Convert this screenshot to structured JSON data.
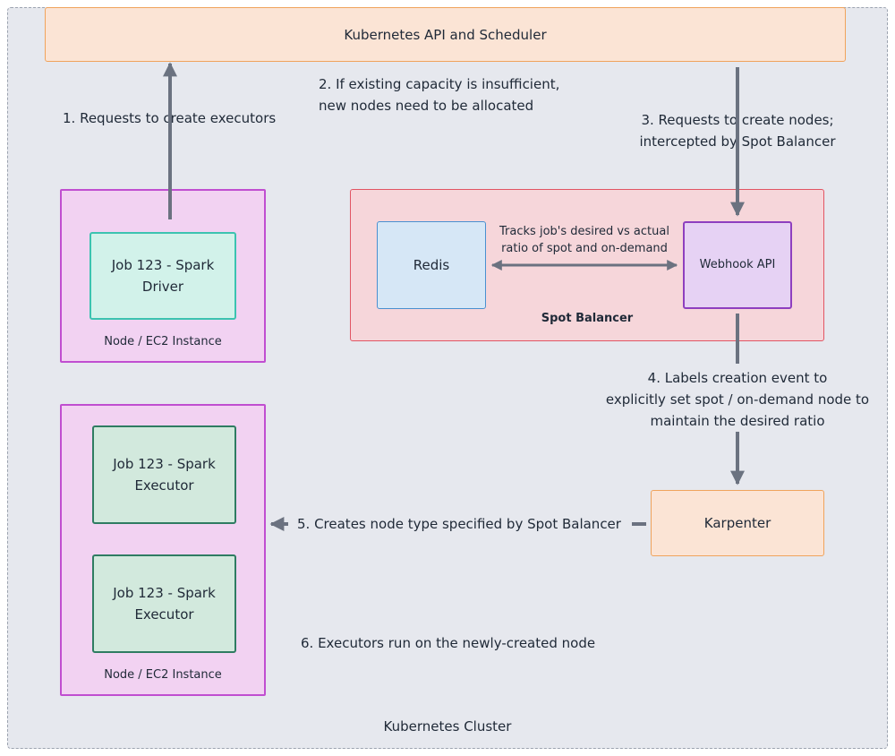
{
  "cluster": {
    "label": "Kubernetes Cluster"
  },
  "k8s_api": {
    "label": "Kubernetes API and Scheduler"
  },
  "driver_node": {
    "pod_label": "Job 123 - Spark\nDriver",
    "node_label": "Node / EC2 Instance"
  },
  "executor_node": {
    "executor1_label": "Job 123 - Spark\nExecutor",
    "executor2_label": "Job 123 - Spark\nExecutor",
    "node_label": "Node / EC2 Instance"
  },
  "spot_balancer": {
    "label": "Spot Balancer",
    "redis_label": "Redis",
    "webhook_label": "Webhook API",
    "tracking_note": "Tracks job's desired vs actual\nratio of spot and on-demand"
  },
  "karpenter": {
    "label": "Karpenter"
  },
  "steps": {
    "step1": "1.  Requests to create executors",
    "step2": "2.  If existing capacity is insufficient,\n      new nodes need to be allocated",
    "step3": "3.  Requests to create nodes;\nintercepted by Spot Balancer",
    "step4": "4.  Labels creation event to\nexplicitly set spot / on-demand node to\nmaintain the desired ratio",
    "step5": "5.  Creates node type specified by Spot Balancer",
    "step6": "6.  Executors run on the newly-created node"
  },
  "colors": {
    "cluster_bg": "#e6e8ee",
    "orange_border": "#f0a35c",
    "node_border": "#c04ed0",
    "spot_border": "#e15563",
    "arrow": "#6b7280"
  }
}
